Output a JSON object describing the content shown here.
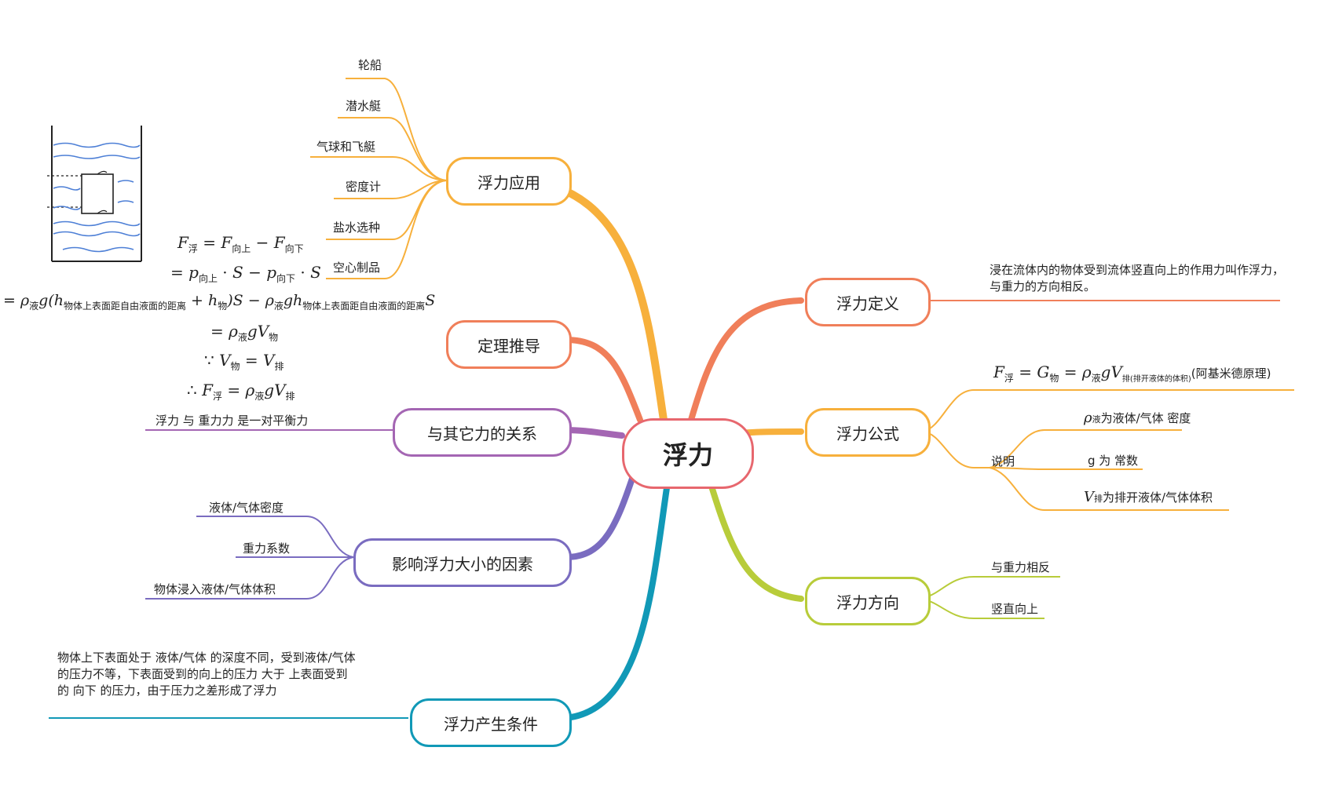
{
  "root": {
    "label": "浮力"
  },
  "colors": {
    "application": "#f7b03c",
    "definition": "#f07f5a",
    "formula": "#f7b03c",
    "direction": "#b8cc3a",
    "derivation": "#f07f5a",
    "relation": "#a466b3",
    "factors": "#7a6cc0",
    "condition": "#1199b7"
  },
  "nodes": {
    "application": {
      "label": "浮力应用",
      "items": [
        "轮船",
        "潜水艇",
        "气球和飞艇",
        "密度计",
        "盐水选种",
        "空心制品"
      ]
    },
    "definition": {
      "label": "浮力定义",
      "text": "浸在流体内的物体受到流体竖直向上的作用力叫作浮力，与重力的方向相反。"
    },
    "formula": {
      "label": "浮力公式",
      "equation": {
        "F": "F",
        "F_sub": "浮",
        "G": "G",
        "G_sub": "物",
        "rho": "ρ",
        "rho_sub": "液",
        "g": "g",
        "V": "V",
        "V_sub": "排(排开液体的体积)",
        "note": "(阿基米德原理)"
      },
      "explain_label": "说明",
      "explain_items": [
        {
          "sym": "ρ",
          "sub": "液",
          "text": "为液体/气体 密度"
        },
        {
          "sym": "",
          "sub": "",
          "text": "g 为 常数"
        },
        {
          "sym": "V",
          "sub": "排",
          "text": "为排开液体/气体体积"
        }
      ]
    },
    "direction": {
      "label": "浮力方向",
      "items": [
        "与重力相反",
        "竖直向上"
      ]
    },
    "derivation": {
      "label": "定理推导",
      "lines": {
        "l1": {
          "a": "F",
          "a_sub": "浮",
          "b": "F",
          "b_sub": "向上",
          "c": "F",
          "c_sub": "向下"
        },
        "l2": {
          "a": "p",
          "a_sub": "向上",
          "b": "p",
          "b_sub": "向下",
          "s": "S"
        },
        "l3_sub": "物体上表面距自由液面的距离",
        "l3_rho_sub": "液",
        "l3_h_sub": "物",
        "l4_sub1": "液",
        "l4_sub2": "物",
        "l5_sub1": "物",
        "l5_sub2": "排",
        "l6_sub1": "浮",
        "l6_sub2": "液",
        "l6_sub3": "排"
      }
    },
    "relation": {
      "label": "与其它力的关系",
      "text": "浮力 与 重力力 是一对平衡力"
    },
    "factors": {
      "label": "影响浮力大小的因素",
      "items": [
        "液体/气体密度",
        "重力系数",
        "物体浸入液体/气体体积"
      ]
    },
    "condition": {
      "label": "浮力产生条件",
      "text": "物体上下表面处于 液体/气体 的深度不同，受到液体/气体 的压力不等，下表面受到的向上的压力 大于 上表面受到的 向下 的压力，由于压力之差形成了浮力"
    }
  }
}
